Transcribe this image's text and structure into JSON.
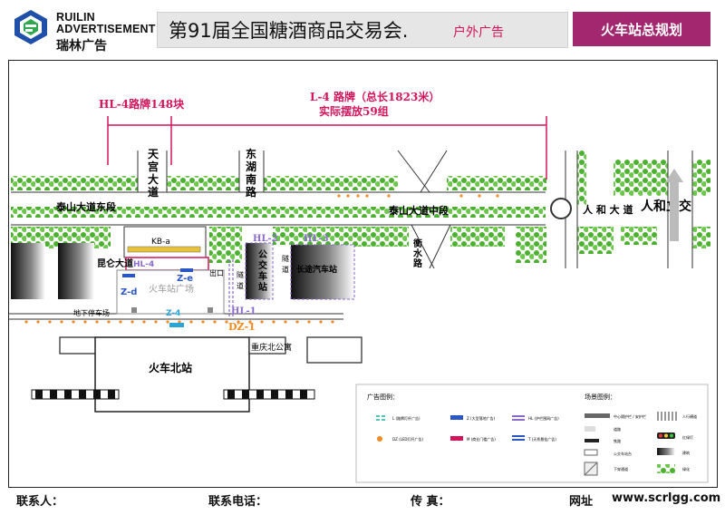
{
  "header": {
    "brand_en": "RUILIN\nADVERTISEMENT",
    "brand_cn": "瑞林广告",
    "title": "第91届全国糖酒商品交易会.",
    "title_sub": "户外广告",
    "badge": "火车站总规划"
  },
  "map": {
    "hl4_label": "HL-4路牌148块",
    "l4_label": "L-4 路牌（总长1823米）",
    "l4_sub": "实际摆放59组",
    "roads": {
      "tiangong": [
        "天",
        "宫",
        "大",
        "道"
      ],
      "donghu": [
        "东",
        "湖",
        "南",
        "路"
      ],
      "taishan_east": "泰山大道东段",
      "taishan_mid": "泰山大道中段",
      "renhe": "人 和 大 道",
      "renhe_overpass": "人和立交",
      "hengshui": [
        "衡",
        "水",
        "路"
      ],
      "kunlun": "昆仑大道"
    },
    "labels": {
      "kb_a": "KB-a",
      "hl2": "HL-2",
      "hl3": "HL-3",
      "hl4_small": "HL-4",
      "hl1": "HL-1",
      "z_d": "Z-d",
      "z_e": "Z-e",
      "z_4": "Z-4",
      "dz_1": "DZ-1",
      "square": "火车站广场",
      "exit": "出口",
      "bus_station_cn": [
        "公",
        "交",
        "车",
        "站"
      ],
      "passage_a": [
        "隧",
        "道"
      ],
      "passage_b": [
        "隧",
        "道"
      ],
      "changtu": "长途汽车站",
      "underground_parking": "地下停车场",
      "chongqing_bei": "重庆北公寓",
      "station_north": "火车北站"
    },
    "legend": {
      "ad_title": "广告图例：",
      "scene_title": "场景图例：",
      "ad_items": [
        {
          "icon": "green-double-line",
          "text": "L (路牌灯杆广告)"
        },
        {
          "icon": "blue-block",
          "text": "Z (大型落地广告)"
        },
        {
          "icon": "purple-double-line",
          "text": "HL (护栏围网广告)"
        },
        {
          "icon": "orange-dot",
          "text": "DZ (LED灯杆广告)"
        },
        {
          "icon": "red-bar",
          "text": "M (商业门楼广告)"
        },
        {
          "icon": "blue-double-line",
          "text": "T (天桥悬挂广告)"
        }
      ],
      "scene_items": [
        {
          "icon": "divider-bar",
          "text": "中心隔护栏 / 安护栏"
        },
        {
          "icon": "crosswalk",
          "text": "人行横道"
        },
        {
          "icon": "road-gray",
          "text": "道路"
        },
        {
          "icon": "traffic-light",
          "text": "红绿灯"
        },
        {
          "icon": "rail-track",
          "text": "铁路"
        },
        {
          "icon": "bus-stop",
          "text": "公交车站台"
        },
        {
          "icon": "building",
          "text": "建筑"
        },
        {
          "icon": "underpass",
          "text": "下穿通道"
        },
        {
          "icon": "greenbelt",
          "text": "绿化"
        }
      ]
    }
  },
  "footer": {
    "contact": "联系人：",
    "phone": "联系电话：",
    "fax": "传 真：",
    "website_label": "网址",
    "website": "www.scrlgg.com"
  },
  "colors": {
    "brand_purple": "#a3276e",
    "accent_red": "#d4145a",
    "green": "#5bbf3a",
    "purple_hl": "#8a6acb",
    "orange_dz": "#f08a24",
    "blue_z": "#2b56c6"
  }
}
